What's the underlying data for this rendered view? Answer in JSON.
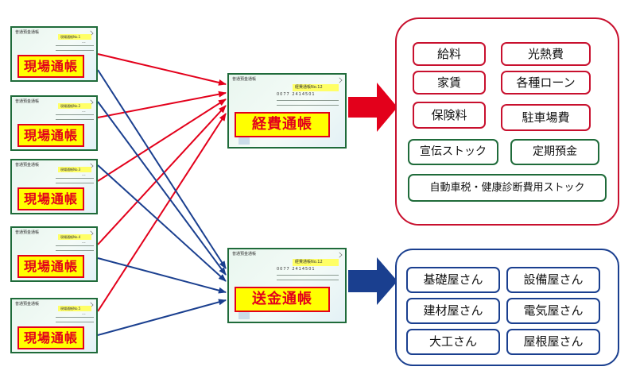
{
  "colors": {
    "red": "#e3001b",
    "blue": "#1a3f8f",
    "green": "#1f6b3a",
    "label_fill": "#ffff00"
  },
  "site_passbooks": [
    {
      "label": "現場通帳",
      "bank": "普通預金通帳",
      "tab": "現場通帳No.1",
      "account": "0077 2414501"
    },
    {
      "label": "現場通帳",
      "bank": "普通預金通帳",
      "tab": "現場通帳No.2",
      "account": "0077 2414501"
    },
    {
      "label": "現場通帳",
      "bank": "普通預金通帳",
      "tab": "現場通帳No.3",
      "account": "0077 2414501"
    },
    {
      "label": "現場通帳",
      "bank": "普通預金通帳",
      "tab": "現場通帳No.4",
      "account": "0077 2414501"
    },
    {
      "label": "現場通帳",
      "bank": "普通預金通帳",
      "tab": "現場通帳No.5",
      "account": "0077 2414501"
    }
  ],
  "expense_passbook": {
    "label": "経費通帳",
    "bank": "普通預金通帳",
    "tab": "経費通帳No.12",
    "account": "0077 2414501"
  },
  "transfer_passbook": {
    "label": "送金通帳",
    "bank": "普通預金通帳",
    "tab": "経費通帳No.12",
    "account": "0077 2414501"
  },
  "expense_items": {
    "row1": [
      "給料",
      "光熱費"
    ],
    "row2": [
      "家賃",
      "各種ローン"
    ],
    "row3": [
      "保険料",
      "駐車場費"
    ],
    "row4": [
      "宣伝ストック",
      "定期預金"
    ],
    "row5": [
      "自動車税・健康診断費用ストック"
    ]
  },
  "transfer_items": [
    "基礎屋さん",
    "設備屋さん",
    "建材屋さん",
    "電気屋さん",
    "大工さん",
    "屋根屋さん"
  ]
}
